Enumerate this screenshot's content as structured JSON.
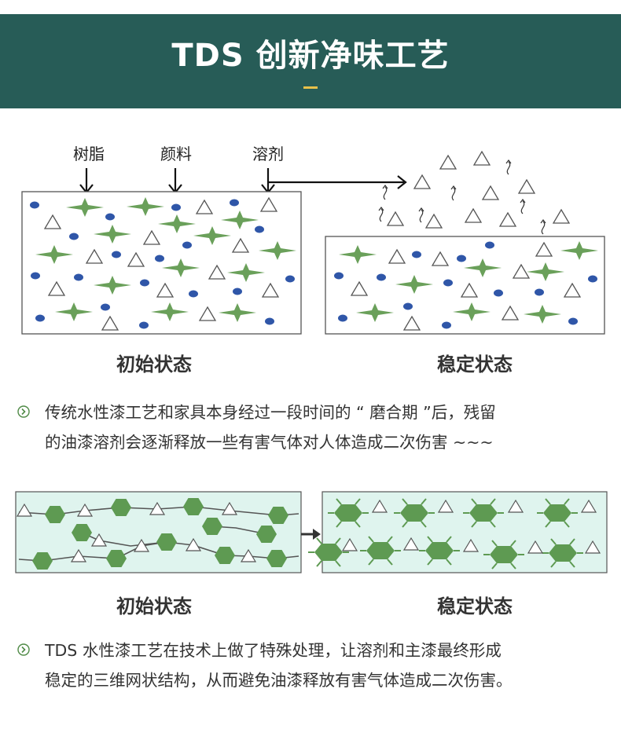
{
  "header": {
    "title": "TDS 创新净味工艺"
  },
  "diagram1": {
    "labels": {
      "resin": "树脂",
      "pigment": "颜料",
      "solvent": "溶剂"
    },
    "caption_left": "初始状态",
    "caption_right": "稳定状态",
    "colors": {
      "star": "#6aa05a",
      "dot": "#2f56a8",
      "box_border": "#555555"
    }
  },
  "paragraph1": {
    "line1": "传统水性漆工艺和家具本身经过一段时间的 “ 磨合期 ”后，残留",
    "line2": "的油漆溶剂会逐渐释放一些有害气体对人体造成二次伤害 ~~~"
  },
  "diagram2": {
    "caption_left": "初始状态",
    "caption_right": "稳定状态",
    "colors": {
      "panel_bg": "#dff4ee",
      "hexagon": "#5e9a52",
      "chain": "#555555"
    }
  },
  "paragraph2": {
    "line1": "TDS 水性漆工艺在技术上做了特殊处理，让溶剂和主漆最终形成",
    "line2": "稳定的三维网状结构，从而避免油漆释放有害气体造成二次伤害。"
  },
  "icons": {
    "bullet": "chevron-circle-icon"
  }
}
